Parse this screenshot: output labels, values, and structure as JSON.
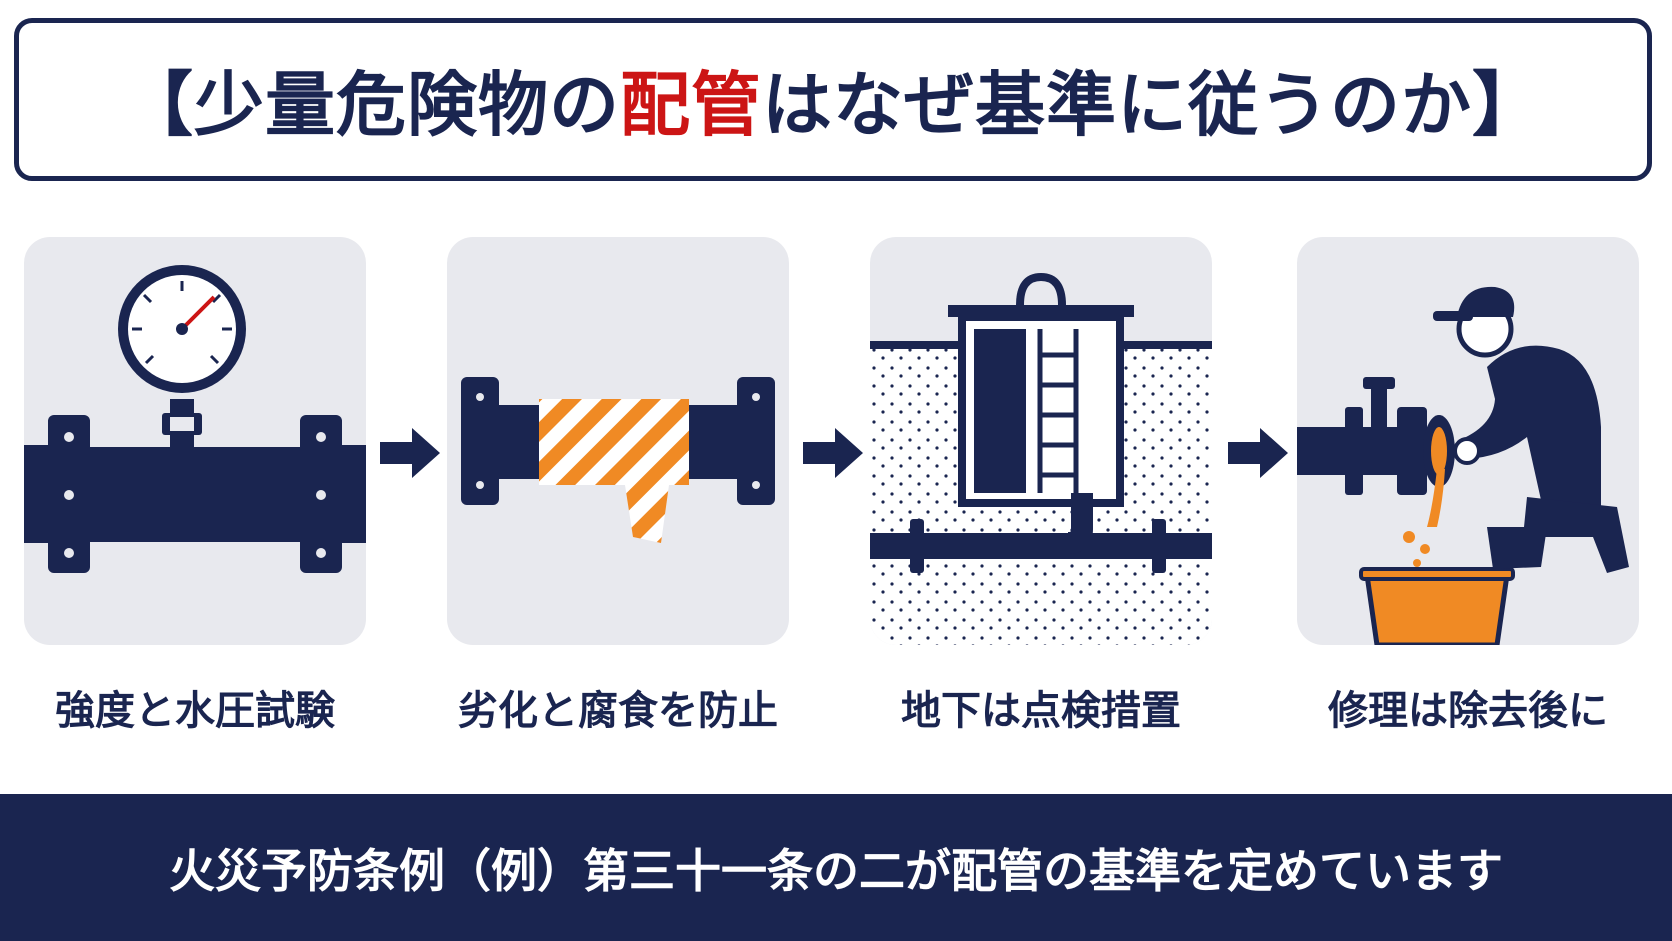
{
  "title": {
    "prefix": "【少量危険物の",
    "highlight": "配管",
    "suffix": "はなぜ基準に従うのか】"
  },
  "steps": [
    {
      "icon": "pressure-gauge-pipe-icon",
      "caption": "強度と水圧試験"
    },
    {
      "icon": "wrapped-pipe-icon",
      "caption": "劣化と腐食を防止"
    },
    {
      "icon": "underground-pit-icon",
      "caption": "地下は点検措置"
    },
    {
      "icon": "worker-repairing-pipe-icon",
      "caption": "修理は除去後に"
    }
  ],
  "footer": {
    "text": "火災予防条例（例）第三十一条の二が配管の基準を定めています"
  },
  "colors": {
    "navy": "#1a2550",
    "red": "#cc1515",
    "orange": "#f08a24",
    "panel": "#e8e9ee"
  }
}
